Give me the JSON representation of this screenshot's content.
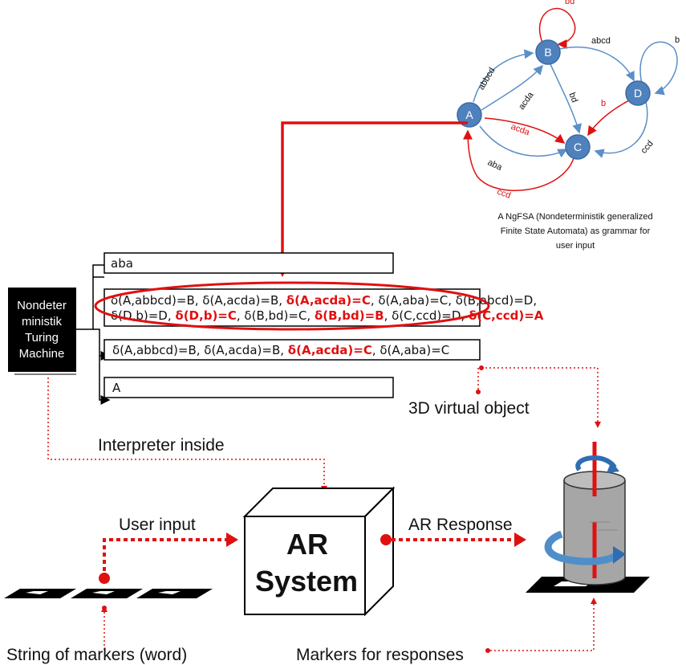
{
  "automaton": {
    "states": [
      "A",
      "B",
      "C",
      "D"
    ],
    "edge_labels": {
      "self_b": "bd",
      "a_b": "abbcd",
      "a_b_lower": "acda",
      "b_d": "abcd",
      "b_c": "bd",
      "d_self": "b",
      "d_c": "b",
      "a_c": "acda",
      "a_c_lower": "aba",
      "d_c_lower": "ccd",
      "c_a": "ccd"
    },
    "caption": [
      "A NgFSA (Nondeterministik generalized",
      "Finite State Automata) as grammar for",
      "user input"
    ]
  },
  "turing": {
    "label_lines": [
      "Nondeter",
      "ministik",
      "Turing",
      "Machine"
    ]
  },
  "tapes": {
    "tape1": "aba",
    "tape2_line1": [
      {
        "t": "δ(A,abbcd)=B, δ(A,acda)=B, ",
        "red": false
      },
      {
        "t": "δ(A,acda)=C",
        "red": true
      },
      {
        "t": ", δ(A,aba)=C, δ(B,abcd)=D,",
        "red": false
      }
    ],
    "tape2_line2": [
      {
        "t": "δ(D,b)=D, ",
        "red": false
      },
      {
        "t": "δ(D,b)=C",
        "red": true
      },
      {
        "t": ", δ(B,bd)=C, ",
        "red": false
      },
      {
        "t": "δ(B,bd)=B",
        "red": true
      },
      {
        "t": ", δ(C,ccd)=D, ",
        "red": false
      },
      {
        "t": "δ(C,ccd)=A",
        "red": true
      }
    ],
    "tape3": [
      {
        "t": "δ(A,abbcd)=B, δ(A,acda)=B, ",
        "red": false
      },
      {
        "t": "δ(A,acda)=C",
        "red": true
      },
      {
        "t": ", δ(A,aba)=C",
        "red": false
      }
    ],
    "tape4": "A"
  },
  "labels": {
    "virtual_object": "3D virtual object",
    "interpreter": "Interpreter inside",
    "user_input": "User input",
    "ar_response": "AR Response",
    "ar_line1": "AR",
    "ar_line2": "System",
    "string_markers": "String of markers (word)",
    "markers_responses": "Markers for responses"
  },
  "colors": {
    "state_fill": "#4f81bd",
    "edge_blue": "#5a8fc8",
    "accent_red": "#e01010"
  }
}
